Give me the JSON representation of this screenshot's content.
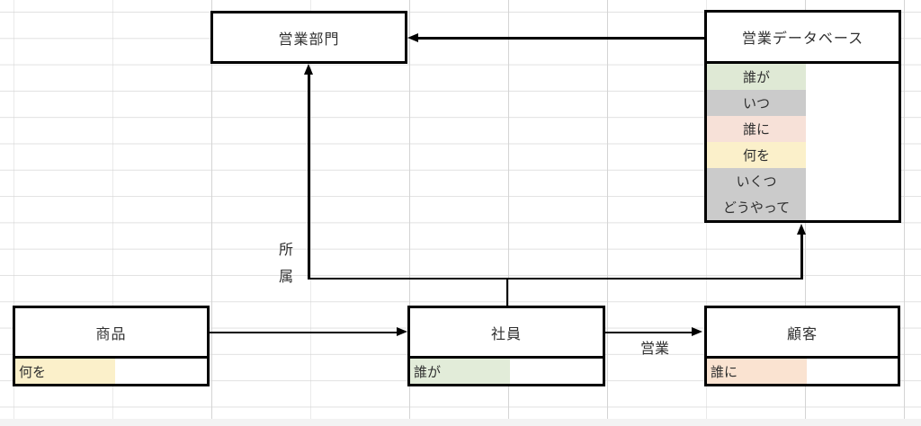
{
  "canvas": {
    "background_color": "#ffffff",
    "grid_column_color": "#d4d4d4",
    "grid_row_color": "#e1e1e1",
    "shape_border_color": "#000000",
    "text_color": "#2f2f2f"
  },
  "entities": {
    "sales_dept": {
      "title": "営業部門"
    },
    "sales_db": {
      "title": "営業データベース",
      "rows": [
        {
          "label": "誰が",
          "color": "#dfe9d5"
        },
        {
          "label": "いつ",
          "color": "#cbcbcb"
        },
        {
          "label": "誰に",
          "color": "#f7e1d8"
        },
        {
          "label": "何を",
          "color": "#fbf0ca"
        },
        {
          "label": "いくつ",
          "color": "#cbcbcb"
        },
        {
          "label": "どうやって",
          "color": "#cbcbcb"
        }
      ]
    },
    "product": {
      "title": "商品",
      "attr": {
        "label": "何を",
        "color": "#fbf0ca"
      }
    },
    "employee": {
      "title": "社員",
      "attr": {
        "label": "誰が",
        "color": "#e2ecd9"
      }
    },
    "customer": {
      "title": "顧客",
      "attr": {
        "label": "誰に",
        "color": "#fae3d1"
      }
    }
  },
  "connector_labels": {
    "affiliation": "所属",
    "sales": "営業"
  }
}
